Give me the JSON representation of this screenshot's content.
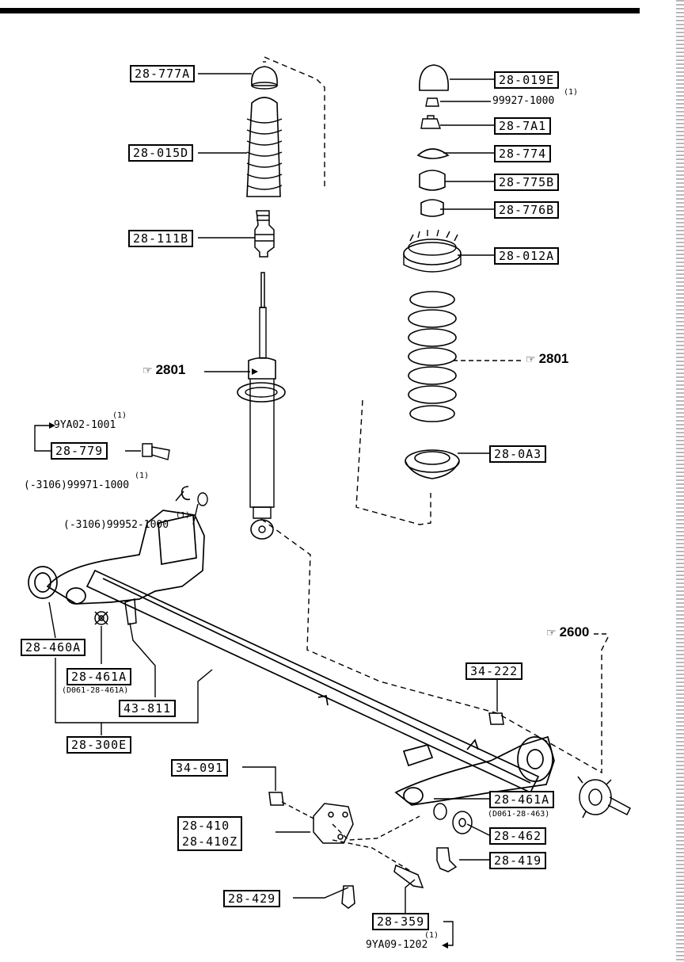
{
  "parts": {
    "p28_777A": "28-777A",
    "p28_015D": "28-015D",
    "p28_111B": "28-111B",
    "p28_019E": "28-019E",
    "p99927": "99927-1000",
    "p28_7A1": "28-7A1",
    "p28_774": "28-774",
    "p28_775B": "28-775B",
    "p28_776B": "28-776B",
    "p28_012A": "28-012A",
    "p28_0A3": "28-0A3",
    "p9YA02": "9YA02-1001",
    "p28_779": "28-779",
    "p99971": "(-3106)99971-1000",
    "p99952": "(-3106)99952-1000",
    "p28_460A": "28-460A",
    "p28_461A_left": "28-461A",
    "p28_461A_left_note": "(D061-28-461A)",
    "p43_811": "43-811",
    "p28_300E": "28-300E",
    "p34_222": "34-222",
    "p34_091": "34-091",
    "p28_410": "28-410",
    "p28_410Z": "28-410Z",
    "p28_461A_right": "28-461A",
    "p28_461A_right_note": "(D061-28-463)",
    "p28_462": "28-462",
    "p28_419": "28-419",
    "p28_429": "28-429",
    "p28_359": "28-359",
    "p9YA09": "9YA09-1202"
  },
  "footnote_marks": {
    "m1": "(1)",
    "m2": "(1)",
    "m3": "(1)",
    "m4": "(1)",
    "m5": "(1)"
  },
  "references": {
    "r2801_left": "2801",
    "r2801_right": "2801",
    "r2600": "2600",
    "hand_symbol": "☞"
  }
}
